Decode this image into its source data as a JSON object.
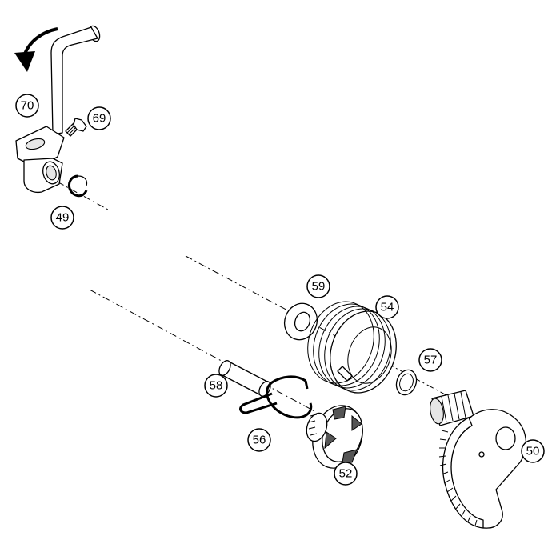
{
  "diagram": {
    "callouts": [
      {
        "id": "callout-70",
        "label": "70"
      },
      {
        "id": "callout-69",
        "label": "69"
      },
      {
        "id": "callout-49",
        "label": "49"
      },
      {
        "id": "callout-59",
        "label": "59"
      },
      {
        "id": "callout-54",
        "label": "54"
      },
      {
        "id": "callout-57",
        "label": "57"
      },
      {
        "id": "callout-58",
        "label": "58"
      },
      {
        "id": "callout-56",
        "label": "56"
      },
      {
        "id": "callout-52",
        "label": "52"
      },
      {
        "id": "callout-50",
        "label": "50"
      }
    ],
    "parts": [
      {
        "name": "kickstart-lever",
        "icon": "kick-lever-icon"
      },
      {
        "name": "lever-bolt",
        "icon": "bolt-icon"
      },
      {
        "name": "circlip",
        "icon": "circlip-icon"
      },
      {
        "name": "washer",
        "icon": "washer-icon"
      },
      {
        "name": "coil-spring",
        "icon": "spring-icon"
      },
      {
        "name": "thin-washer",
        "icon": "washer-icon"
      },
      {
        "name": "guide-pin",
        "icon": "pin-icon"
      },
      {
        "name": "wire-spring",
        "icon": "wire-spring-icon"
      },
      {
        "name": "ratchet-gear",
        "icon": "ratchet-gear-icon"
      },
      {
        "name": "kick-shaft-segment-gear",
        "icon": "segment-gear-icon"
      }
    ],
    "colors": {
      "line": "#000000",
      "background": "#ffffff",
      "shade": "#e6e6e6"
    }
  }
}
